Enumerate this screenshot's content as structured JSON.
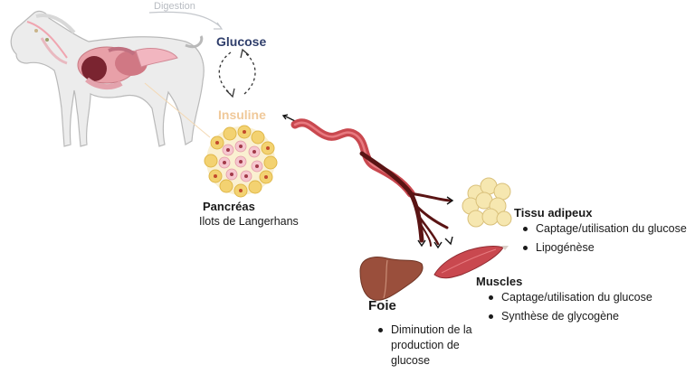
{
  "labels": {
    "digestion": "Digestion",
    "glucose": "Glucose",
    "insuline": "Insuline",
    "pancreas_title": "Pancréas",
    "pancreas_sub": "Ilots de Langerhans",
    "adipeux_title": "Tissu adipeux",
    "muscles_title": "Muscles",
    "foie_title": "Foie"
  },
  "adipeux_items": [
    "Captage/utilisation du glucose",
    "Lipogénèse"
  ],
  "muscles_items": [
    "Captage/utilisation du glucose",
    "Synthèse de glycogène"
  ],
  "foie_items": [
    "Diminution de la production de glucose"
  ],
  "colors": {
    "glucose": "#2f3e6b",
    "insuline": "#f0c99a",
    "vessel": "#c9484f",
    "vessel_dark": "#5a1414",
    "liver": "#9a4f3c",
    "muscle": "#c9484f",
    "fat": "#f6e7b0"
  },
  "icons": [
    "horse-icon",
    "pancreas-islet-icon",
    "blood-vessel-icon",
    "liver-icon",
    "muscle-icon",
    "fat-cells-icon"
  ]
}
